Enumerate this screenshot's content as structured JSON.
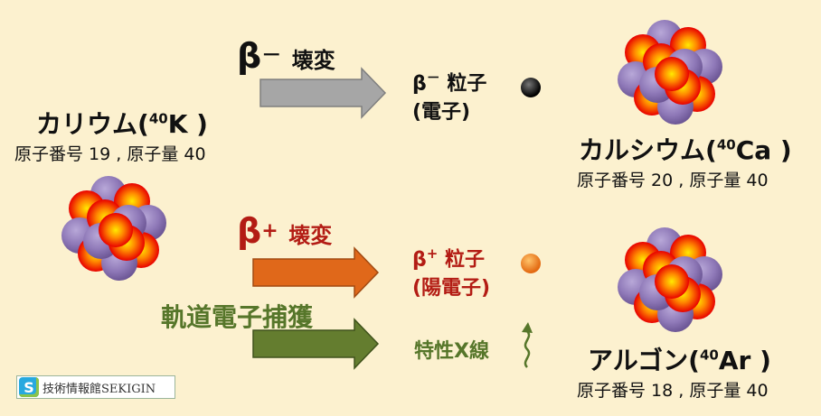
{
  "potassium": {
    "name": "カリウム(",
    "mass_sup": "40",
    "symbol": "K )",
    "info": "原子番号 19 , 原子量 40"
  },
  "beta_minus": {
    "symbol": "β",
    "sign": "－",
    "label": "壊変",
    "particle_line1_symbol": "β",
    "particle_line1_sign": "－",
    "particle_line1_text": " 粒子",
    "particle_line2": "(電子)",
    "color": "#1a1a1a"
  },
  "beta_plus": {
    "symbol": "β",
    "sign": "+",
    "label": "壊変",
    "particle_line1_symbol": "β",
    "particle_line1_sign": "+",
    "particle_line1_text": " 粒子",
    "particle_line2": "(陽電子)",
    "color": "#b31c14",
    "arrow_color": "#e0681a"
  },
  "electron_capture": {
    "label": "軌道電子捕獲",
    "product": "特性X線",
    "color": "#56762a",
    "arrow_color": "#647d2f"
  },
  "calcium": {
    "name": "カルシウム(",
    "mass_sup": "40",
    "symbol": "Ca )",
    "info": "原子番号 20 , 原子量 40"
  },
  "argon": {
    "name": "アルゴン(",
    "mass_sup": "40",
    "symbol": "Ar )",
    "info": "原子番号 18 , 原子量 40"
  },
  "logo": {
    "mark": "S",
    "text": "技術情報館SEKIGIN"
  }
}
